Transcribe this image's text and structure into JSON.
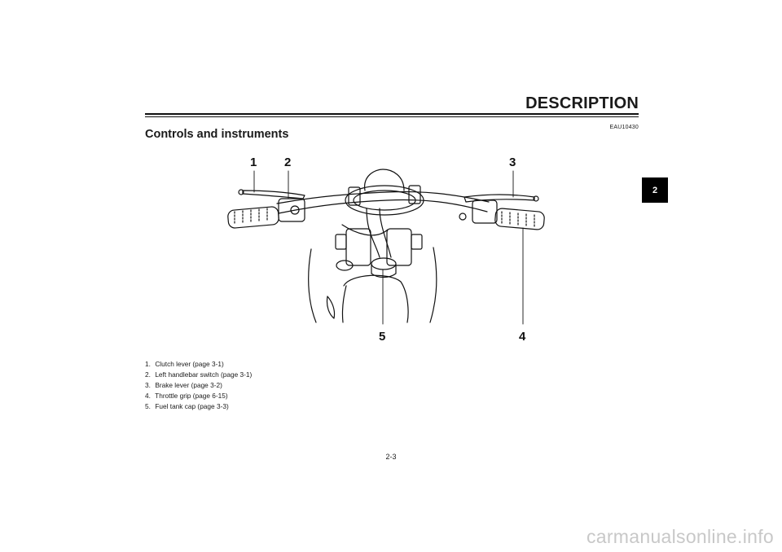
{
  "header": {
    "section_title": "DESCRIPTION",
    "ref_code": "EAU10430"
  },
  "page": {
    "heading": "Controls and instruments",
    "chapter_tab": "2",
    "page_number": "2-3"
  },
  "figure": {
    "icon": "motorcycle-handlebar-illustration",
    "callouts": [
      "1",
      "2",
      "3",
      "4",
      "5"
    ]
  },
  "legend": [
    {
      "num": "1.",
      "text": "Clutch lever (page 3-1)"
    },
    {
      "num": "2.",
      "text": "Left handlebar switch (page 3-1)"
    },
    {
      "num": "3.",
      "text": "Brake lever (page 3-2)"
    },
    {
      "num": "4.",
      "text": "Throttle grip (page 6-15)"
    },
    {
      "num": "5.",
      "text": "Fuel tank cap (page 3-3)"
    }
  ],
  "watermark": "carmanualsonline.info"
}
